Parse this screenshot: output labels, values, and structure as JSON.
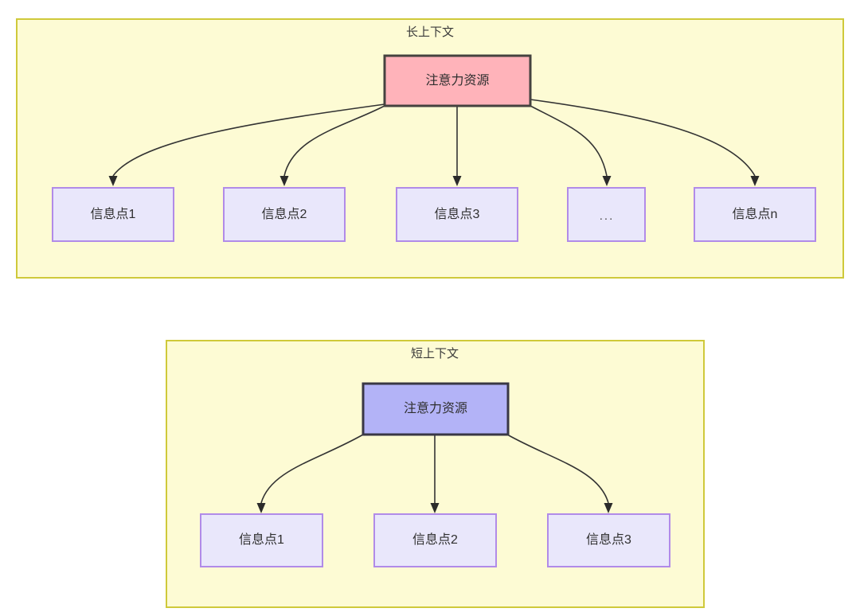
{
  "diagram": {
    "type": "flowchart",
    "background_color": "#ffffff",
    "panels": [
      {
        "id": "long-context",
        "title": "长上下文",
        "fill_color": "#fdfbd4",
        "border_color": "#cfc93a",
        "root": {
          "label": "注意力资源",
          "fill_color": "#ffb3ba",
          "border_color": "#45423f"
        },
        "children": [
          {
            "label": "信息点1"
          },
          {
            "label": "信息点2"
          },
          {
            "label": "信息点3"
          },
          {
            "label": "..."
          },
          {
            "label": "信息点n"
          }
        ],
        "child_fill_color": "#e9e7fb",
        "child_border_color": "#b18be8"
      },
      {
        "id": "short-context",
        "title": "短上下文",
        "fill_color": "#fdfbd4",
        "border_color": "#cfc93a",
        "root": {
          "label": "注意力资源",
          "fill_color": "#b3b3f7",
          "border_color": "#393745"
        },
        "children": [
          {
            "label": "信息点1"
          },
          {
            "label": "信息点2"
          },
          {
            "label": "信息点3"
          }
        ],
        "child_fill_color": "#e9e7fb",
        "child_border_color": "#b18be8"
      }
    ],
    "edge_color": "#333333",
    "arrow_color": "#2b2b2b"
  }
}
